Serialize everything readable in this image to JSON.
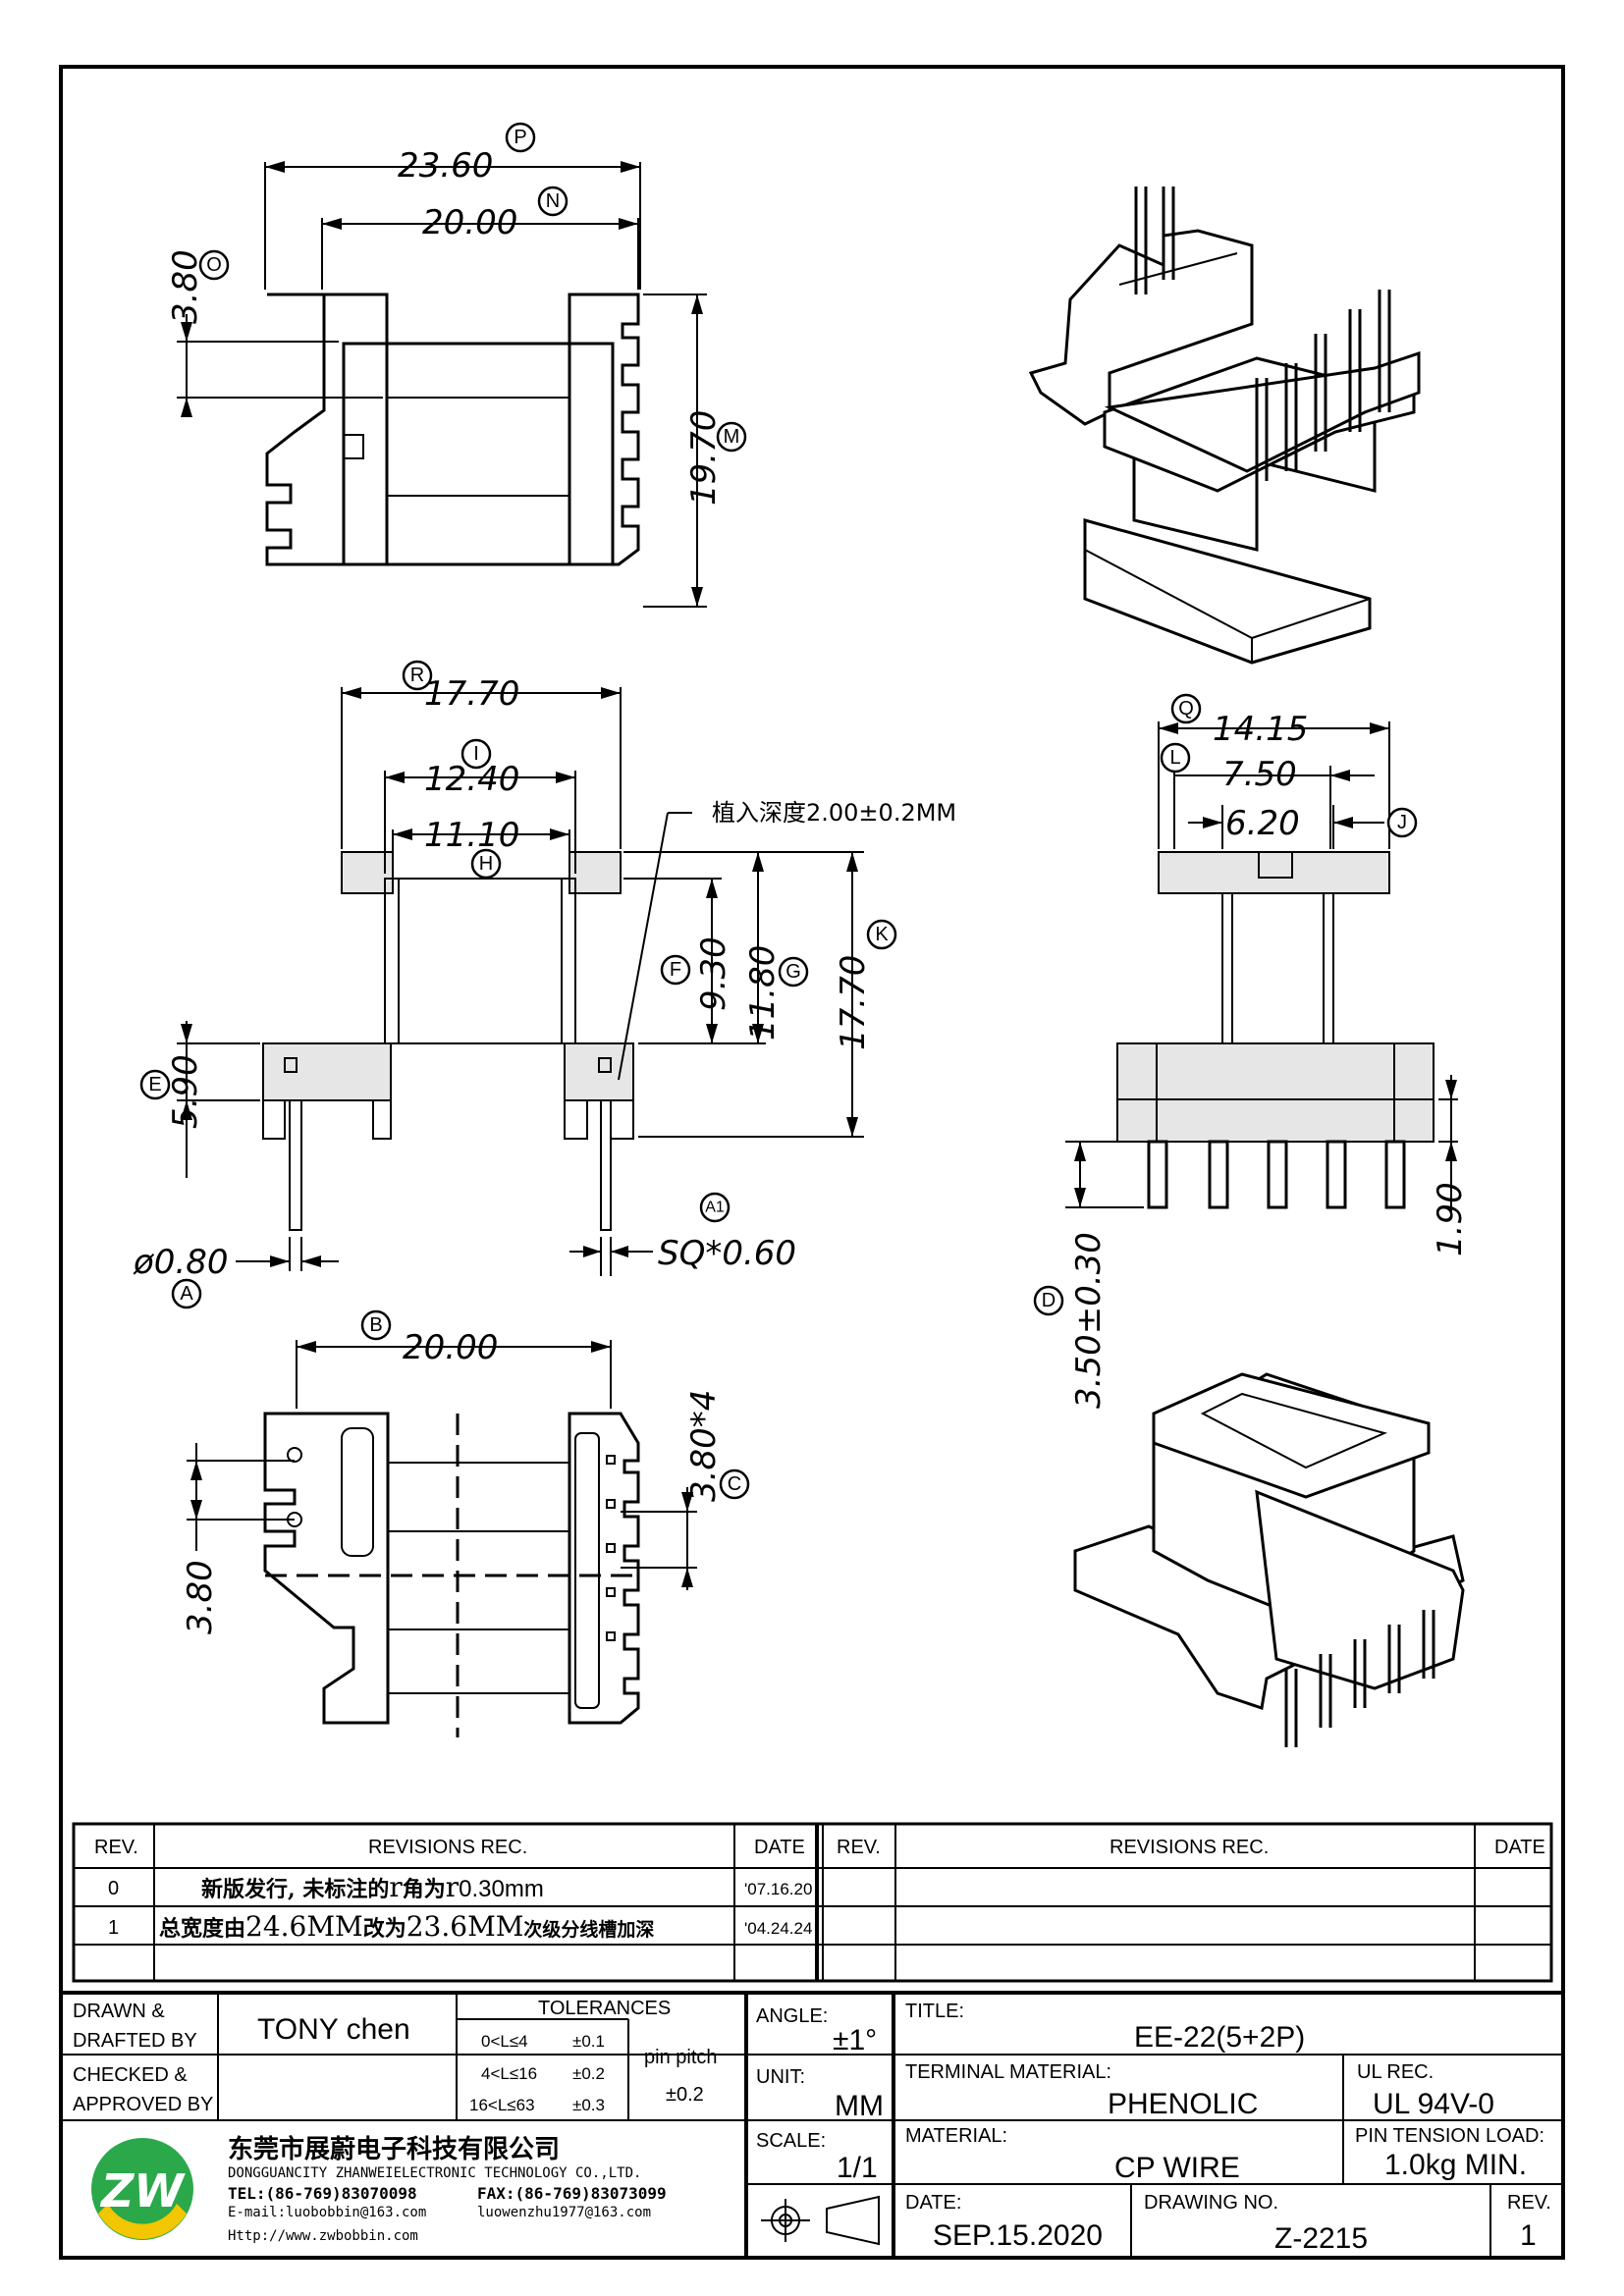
{
  "dimensions": {
    "P": "23.60",
    "N": "20.00",
    "O": "3.80",
    "M": "19.70",
    "R": "17.70",
    "I": "12.40",
    "H": "11.10",
    "F": "9.30",
    "G": "11.80",
    "K": "17.70",
    "E": "5.90",
    "A": "ø0.80",
    "A1": "SQ*0.60",
    "Q": "14.15",
    "L": "7.50",
    "J": "6.20",
    "D": "3.50±0.30",
    "pin_len": "1.90",
    "B": "20.00",
    "C": "3.80*4",
    "left_pitch": "3.80"
  },
  "callouts": {
    "P": "P",
    "N": "N",
    "O": "O",
    "M": "M",
    "R": "R",
    "I": "I",
    "H": "H",
    "F": "F",
    "G": "G",
    "K": "K",
    "E": "E",
    "A": "A",
    "A1": "A1",
    "Q": "Q",
    "L": "L",
    "J": "J",
    "D": "D",
    "B": "B",
    "C": "C"
  },
  "insertion_note": "植入深度2.00±0.2MM",
  "revisions": {
    "header": {
      "rev": "REV.",
      "rec": "REVISIONS   REC.",
      "date": "DATE"
    },
    "rows": [
      {
        "rev": "0",
        "text_prefix": "新版发行, 未标注的",
        "r1": "r",
        "text_mid": "角为",
        "r2": "r",
        "text_suffix": "0.30mm",
        "date": "'07.16.20"
      },
      {
        "rev": "1",
        "text_prefix": "总宽度由",
        "v1": "24.6MM",
        "text_mid": "改为",
        "v2": "23.6MM",
        "text_suffix": "次级分线槽加深",
        "date": "'04.24.24"
      }
    ]
  },
  "title_block": {
    "drawn_label_1": "DRAWN &",
    "drawn_label_2": "DRAFTED BY",
    "drawn_value": "TONY  chen",
    "checked_label_1": "CHECKED &",
    "checked_label_2": "APPROVED BY",
    "tolerances_title": "TOLERANCES",
    "tol_rows": [
      {
        "range": "0<L≤4",
        "tol": "±0.1"
      },
      {
        "range": "4<L≤16",
        "tol": "±0.2"
      },
      {
        "range": "16<L≤63",
        "tol": "±0.3"
      }
    ],
    "pin_pitch_label": "pin pitch",
    "pin_pitch_tol": "±0.2",
    "angle_label": "ANGLE:",
    "angle_value": "±1°",
    "unit_label": "UNIT:",
    "unit_value": "MM",
    "scale_label": "SCALE:",
    "scale_value": "1/1",
    "title_label": "TITLE:",
    "title_value": "EE-22(5+2P)",
    "terminal_label": "TERMINAL MATERIAL:",
    "terminal_value": "PHENOLIC",
    "ul_label": "UL REC.",
    "ul_value": "UL 94V-0",
    "material_label": "MATERIAL:",
    "material_value": "CP  WIRE",
    "pin_tension_label": "PIN TENSION LOAD:",
    "pin_tension_value": "1.0kg  MIN.",
    "date_label": "DATE:",
    "date_value": "SEP.15.2020",
    "drawing_no_label": "DRAWING NO.",
    "drawing_no_value": "Z-2215",
    "rev_label": "REV.",
    "rev_value": "1",
    "company_cn": "东莞市展蔚电子科技有限公司",
    "company_en": "DONGGUANCITY ZHANWEIELECTRONIC TECHNOLOGY CO.,LTD.",
    "tel": "TEL:(86-769)83070098",
    "fax": "FAX:(86-769)83073099",
    "email": "E-mail:luobobbin@163.com",
    "email2": "luowenzhu1977@163.com",
    "web": "Http://www.zwbobbin.com",
    "logo_text": "ZW",
    "colors": {
      "logo_green": "#2aa84a",
      "logo_yellow": "#f2c600"
    }
  }
}
